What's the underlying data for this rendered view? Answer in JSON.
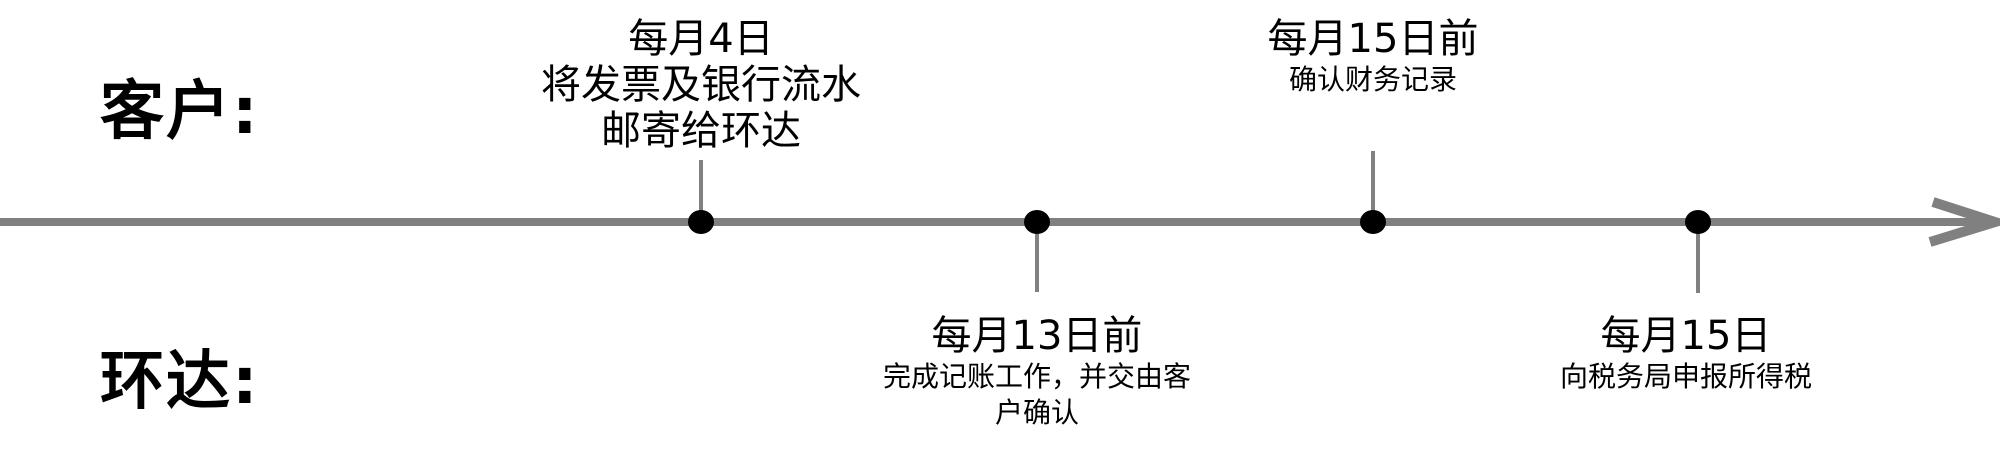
{
  "lanes": {
    "top": "客户:",
    "bottom": "环达:"
  },
  "colors": {
    "axis": "#808080",
    "marker": "#000000",
    "text": "#000000",
    "background": "#ffffff"
  },
  "events": [
    {
      "lane": "客户",
      "date": "每月4日",
      "desc_lines": [
        "将发票及银行流水",
        "邮寄给环达"
      ]
    },
    {
      "lane": "环达",
      "date": "每月13日前",
      "desc_lines": [
        "完成记账工作，并交由客",
        "户确认"
      ]
    },
    {
      "lane": "客户",
      "date": "每月15日前",
      "desc_lines": [
        "确认财务记录"
      ]
    },
    {
      "lane": "环达",
      "date": "每月15日",
      "desc_lines": [
        "向税务局申报所得税"
      ]
    }
  ]
}
